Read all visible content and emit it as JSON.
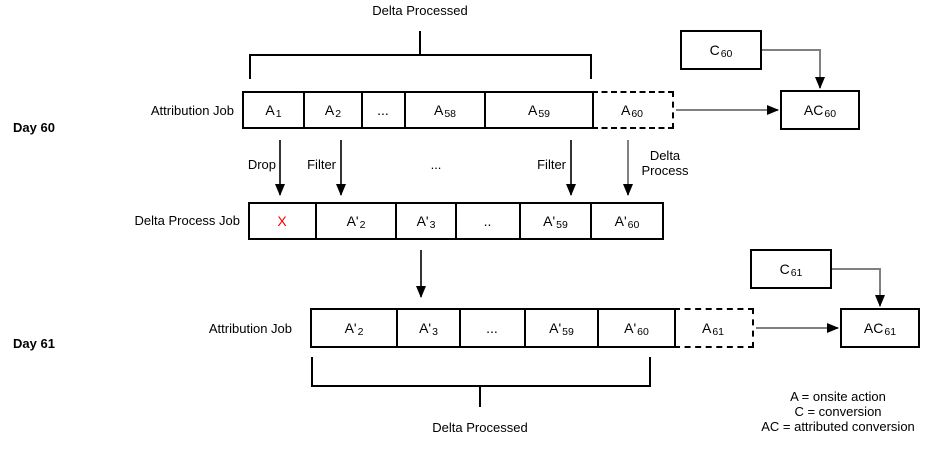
{
  "braces": {
    "top_label": "Delta Processed",
    "bottom_label": "Delta Processed"
  },
  "day60": {
    "day_label": "Day 60",
    "row_label": "Attribution Job",
    "cells": [
      {
        "base": "A",
        "sub": "1"
      },
      {
        "base": "A",
        "sub": "2"
      },
      {
        "base": "...",
        "sub": ""
      },
      {
        "base": "A",
        "sub": "58"
      },
      {
        "base": "A",
        "sub": "59"
      }
    ],
    "pending_cell": {
      "base": "A",
      "sub": "60"
    },
    "conversion_box": {
      "base": "C",
      "sub": "60"
    },
    "attributed_box": {
      "base": "AC",
      "sub": "60"
    }
  },
  "process_arrows": {
    "drop": "Drop",
    "filter1": "Filter",
    "dots": "...",
    "filter2": "Filter",
    "delta_line1": "Delta",
    "delta_line2": "Process"
  },
  "delta_row": {
    "row_label": "Delta Process Job",
    "cells": [
      {
        "base": "X",
        "sub": ""
      },
      {
        "base": "A'",
        "sub": "2"
      },
      {
        "base": "A'",
        "sub": "3"
      },
      {
        "base": "..",
        "sub": ""
      },
      {
        "base": "A'",
        "sub": "59"
      },
      {
        "base": "A'",
        "sub": "60"
      }
    ]
  },
  "day61": {
    "day_label": "Day 61",
    "row_label": "Attribution Job",
    "cells": [
      {
        "base": "A'",
        "sub": "2"
      },
      {
        "base": "A'",
        "sub": "3"
      },
      {
        "base": "...",
        "sub": ""
      },
      {
        "base": "A'",
        "sub": "59"
      },
      {
        "base": "A'",
        "sub": "60"
      }
    ],
    "pending_cell": {
      "base": "A",
      "sub": "61"
    },
    "conversion_box": {
      "base": "C",
      "sub": "61"
    },
    "attributed_box": {
      "base": "AC",
      "sub": "61"
    }
  },
  "legend": {
    "line1": "A = onsite action",
    "line2": "C = conversion",
    "line3": "AC = attributed conversion"
  },
  "colors": {
    "line": "#000000",
    "arrow_shaft_gray": "#808080",
    "arrowhead": "#000000",
    "x_mark_red": "#ff0000"
  }
}
